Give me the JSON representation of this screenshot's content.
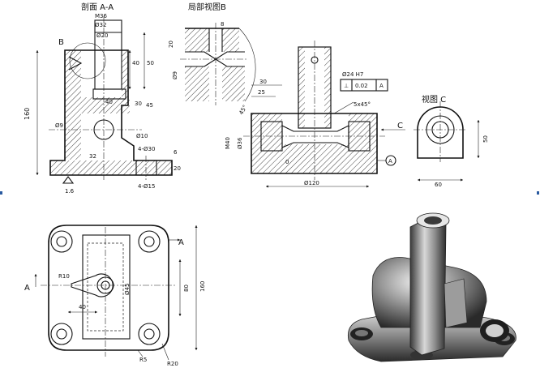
{
  "section_view": {
    "title": "剖面 A-A",
    "label_b": "B",
    "dims": {
      "m36": "M36",
      "d32": "Ø32",
      "d20": "Ø20",
      "h40": "40",
      "h50": "50",
      "h160": "160",
      "w40": "40",
      "h30": "30",
      "h45": "45",
      "d9": "Ø9",
      "d10": "Ø10",
      "cb30": "4-Ø30",
      "w32": "32",
      "h6": "6",
      "h20": "20",
      "d15": "4-Ø15",
      "rough": "1.6"
    }
  },
  "detail_view": {
    "title": "局部视图B",
    "dims": {
      "d20": "20",
      "d8": "8",
      "d9": "Ø9"
    }
  },
  "front_view": {
    "dims": {
      "d30": "30",
      "d25": "25",
      "a45": "45°",
      "m40": "M40",
      "d36": "Ø36",
      "d24": "Ø24 H7",
      "tol": "0.02",
      "datum": "A",
      "perp_sym": "⊥",
      "chamfer": "5x45°",
      "d120": "Ø120",
      "d0": "0",
      "arrow_c": "C",
      "datum_a": "A"
    }
  },
  "view_c": {
    "title": "视图 C",
    "dims": {
      "h50": "50",
      "w60": "60"
    }
  },
  "top_view": {
    "dims": {
      "a_top": "A",
      "a_left": "A",
      "r10": "R10",
      "d45": "Ø45",
      "w40": "40",
      "h80": "80",
      "h160": "160",
      "r5": "R5",
      "r20": "R20"
    }
  },
  "render_3d": {
    "label": ""
  }
}
